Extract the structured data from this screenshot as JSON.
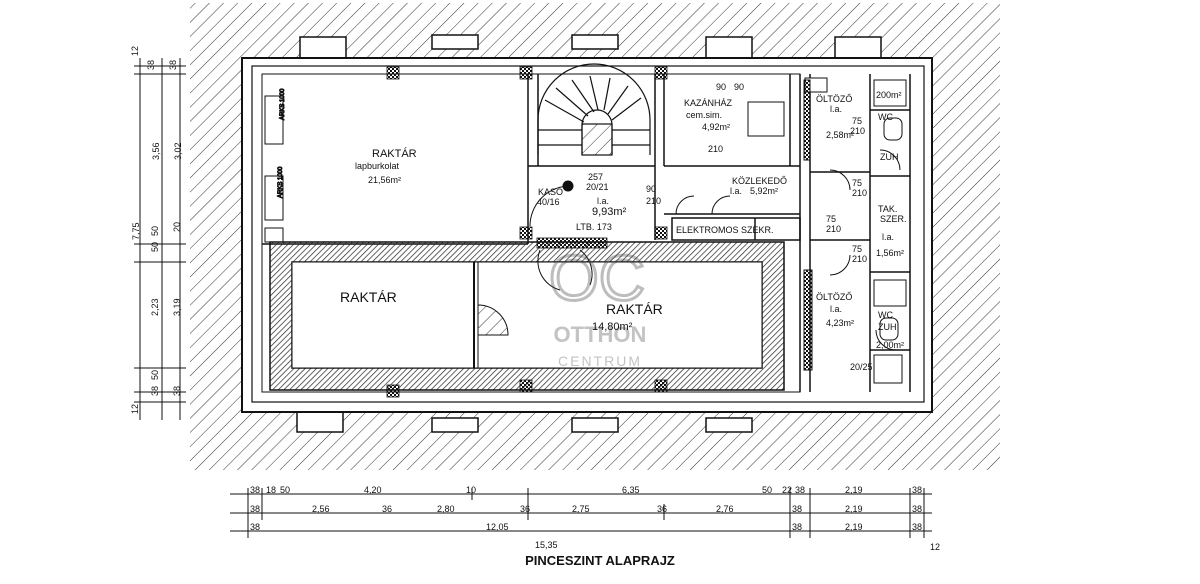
{
  "title": "PINCESZINT ALAPRAJZ",
  "watermark": {
    "logo_text": "OC",
    "line1": "OTTHON",
    "line2": "CENTRUM"
  },
  "rooms": {
    "raktar_upper": {
      "name": "RAKTÁR",
      "floor": "lapburkolat",
      "area": "21,56m²"
    },
    "raktar_lower_left": {
      "name": "RAKTÁR"
    },
    "raktar_lower_right": {
      "name": "RAKTÁR",
      "area": "14,80m²"
    },
    "stair_hall": {
      "name": "l.a.",
      "area": "9,93m²",
      "stair_note": "LTB. 173",
      "kasso": "KASÓ",
      "kasso_dim": "40/16",
      "door_257": "257",
      "door_20_21": "20/21"
    },
    "kazanhaz": {
      "name": "KAZÁNHÁZ",
      "floor": "cem.sim.",
      "area": "4,92m²"
    },
    "kozlekedo": {
      "name": "KÖZLEKEDŐ",
      "floor": "l.a.",
      "area": "5,92m²"
    },
    "elektromos": {
      "name": "ELEKTROMOS SZEKR."
    },
    "oltozo_upper": {
      "name": "ÖLTÖZŐ",
      "floor": "l.a.",
      "area": "2,58m²"
    },
    "wc_upper": {
      "name": "WC",
      "sub": "ZUH"
    },
    "takszer": {
      "name": "TAK.",
      "name2": "SZER.",
      "floor": "l.a.",
      "area": "1,56m²"
    },
    "oltozo_lower": {
      "name": "ÖLTÖZŐ",
      "floor": "l.a.",
      "area": "4,23m²"
    },
    "wc_lower": {
      "name": "WC",
      "sub": "ZUH",
      "area": "2,00m²"
    },
    "window_note": "20/25",
    "door_marks": [
      "90",
      "90",
      "210",
      "75",
      "210",
      "75",
      "210",
      "90",
      "210",
      "75",
      "210",
      "75",
      "210",
      "200m²"
    ]
  },
  "dimensions": {
    "bottom_row1": [
      "38",
      "18",
      "50",
      "4,20",
      "10",
      "6,35",
      "50",
      "22",
      "38",
      "2,19",
      "38"
    ],
    "bottom_row2": [
      "38",
      "2,56",
      "36",
      "2,80",
      "36",
      "2,75",
      "36",
      "2,76",
      "38",
      "2,19",
      "38"
    ],
    "bottom_row3": [
      "38",
      "12,05",
      "38",
      "2,19",
      "38"
    ],
    "bottom_total": "15,35",
    "bottom_tail": "12",
    "left_outer": [
      "12",
      "38",
      "38",
      "3,56",
      "3,02",
      "50",
      "20",
      "7,75",
      "50",
      "2,23",
      "3,19",
      "50",
      "38",
      "38",
      "12"
    ]
  }
}
